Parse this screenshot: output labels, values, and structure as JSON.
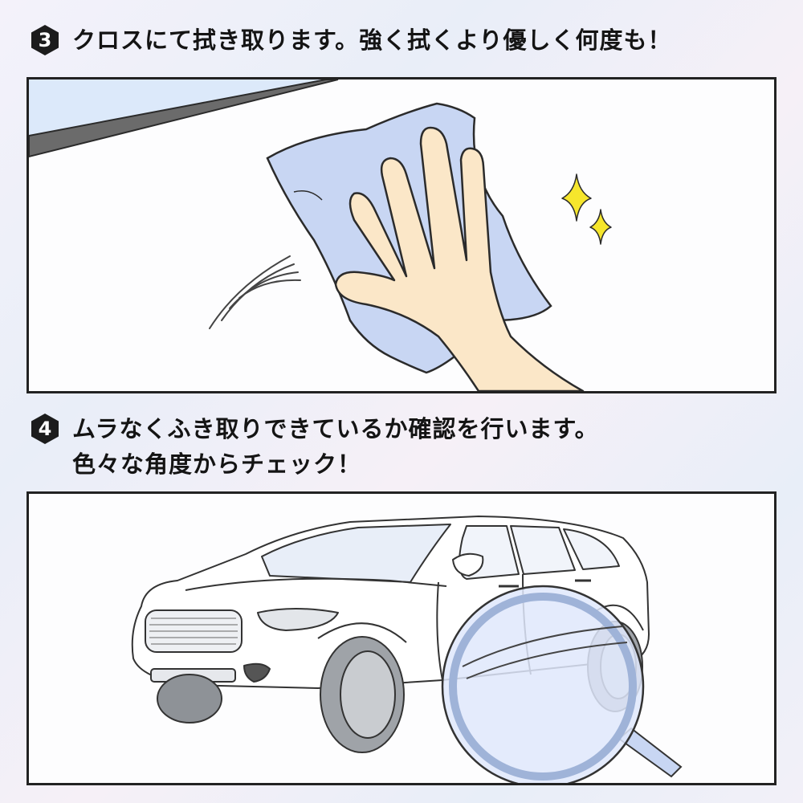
{
  "step3": {
    "number": "3",
    "text": "クロスにて拭き取ります。強く拭くより優しく何度も！"
  },
  "step4": {
    "number": "4",
    "line1": "ムラなくふき取りできているか確認を行います。",
    "line2": "色々な角度からチェック！"
  },
  "colors": {
    "badge": "#1c1c1c",
    "cloth": "#c8d6f3",
    "skin": "#fbe7c8",
    "sparkle": "#f6e62c",
    "lens": "#dfe8fb",
    "panel_border": "#222222"
  },
  "illustrations": {
    "panel3": [
      "wiping-cloth",
      "hand",
      "sparkle-icon",
      "motion-lines"
    ],
    "panel4": [
      "car",
      "magnifier-icon"
    ]
  }
}
